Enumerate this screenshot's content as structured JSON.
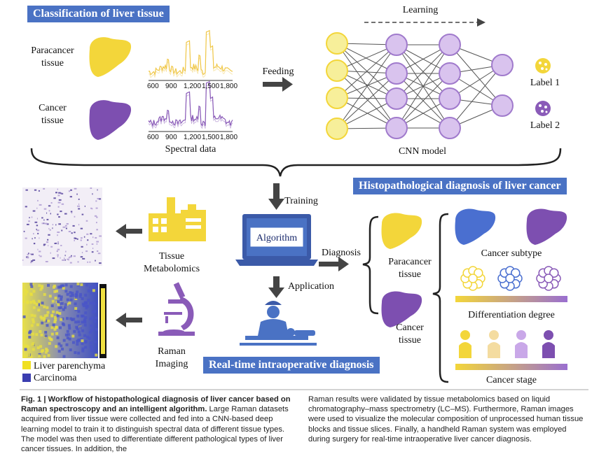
{
  "banners": {
    "classification": "Classification of liver tissue",
    "histopath": "Histopathological diagnosis of  liver cancer",
    "realtime": "Real-time intraoperative diagnosis"
  },
  "labels": {
    "learning": "Learning",
    "paracancer": "Paracancer\ntissue",
    "cancer": "Cancer\ntissue",
    "feeding": "Feeding",
    "spectral": "Spectral data",
    "cnn": "CNN  model",
    "label1": "Label 1",
    "label2": "Label 2",
    "training": "Training",
    "algorithm": "Algorithm",
    "application": "Application",
    "diagnosis": "Diagnosis",
    "tissue_metab": "Tissue\nMetabolomics",
    "raman": "Raman\nImaging",
    "liver_par": "Liver parenchyma",
    "carcinoma": "Carcinoma",
    "paracancer2": "Paracancer\ntissue",
    "cancer2": "Cancer\ntissue",
    "subtype": "Cancer subtype",
    "diff": "Differentiation degree",
    "stage": "Cancer stage"
  },
  "ticks": [
    "600",
    "900",
    "1,200",
    "1,500",
    "1,800"
  ],
  "caption": {
    "left_bold": "Fig. 1 | Workflow of histopathological diagnosis of liver cancer based on Raman spectroscopy and an intelligent algorithm.",
    "left_rest": " Large Raman datasets acquired from liver tissue were collected and fed into a CNN-based deep learning model to train it to distinguish spectral data of different tissue types. The model was then used to differentiate different pathological types of liver cancer tissues. In addition, the",
    "right": "Raman results were validated by tissue metabolomics based on liquid chromatography–mass spectrometry (LC–MS). Furthermore, Raman images were used to visualize the molecular composition of unprocessed human tissue blocks and tissue slices. Finally, a handheld Raman system was employed during surgery for real-time intraoperative liver cancer diagnosis."
  },
  "colors": {
    "banner": "#4a72c4",
    "yellow": "#f3d63a",
    "purple": "#8a5bb8",
    "node_yellow": "#f7ef9a",
    "node_purple": "#d9c3ee",
    "blue": "#4a6fd0"
  }
}
